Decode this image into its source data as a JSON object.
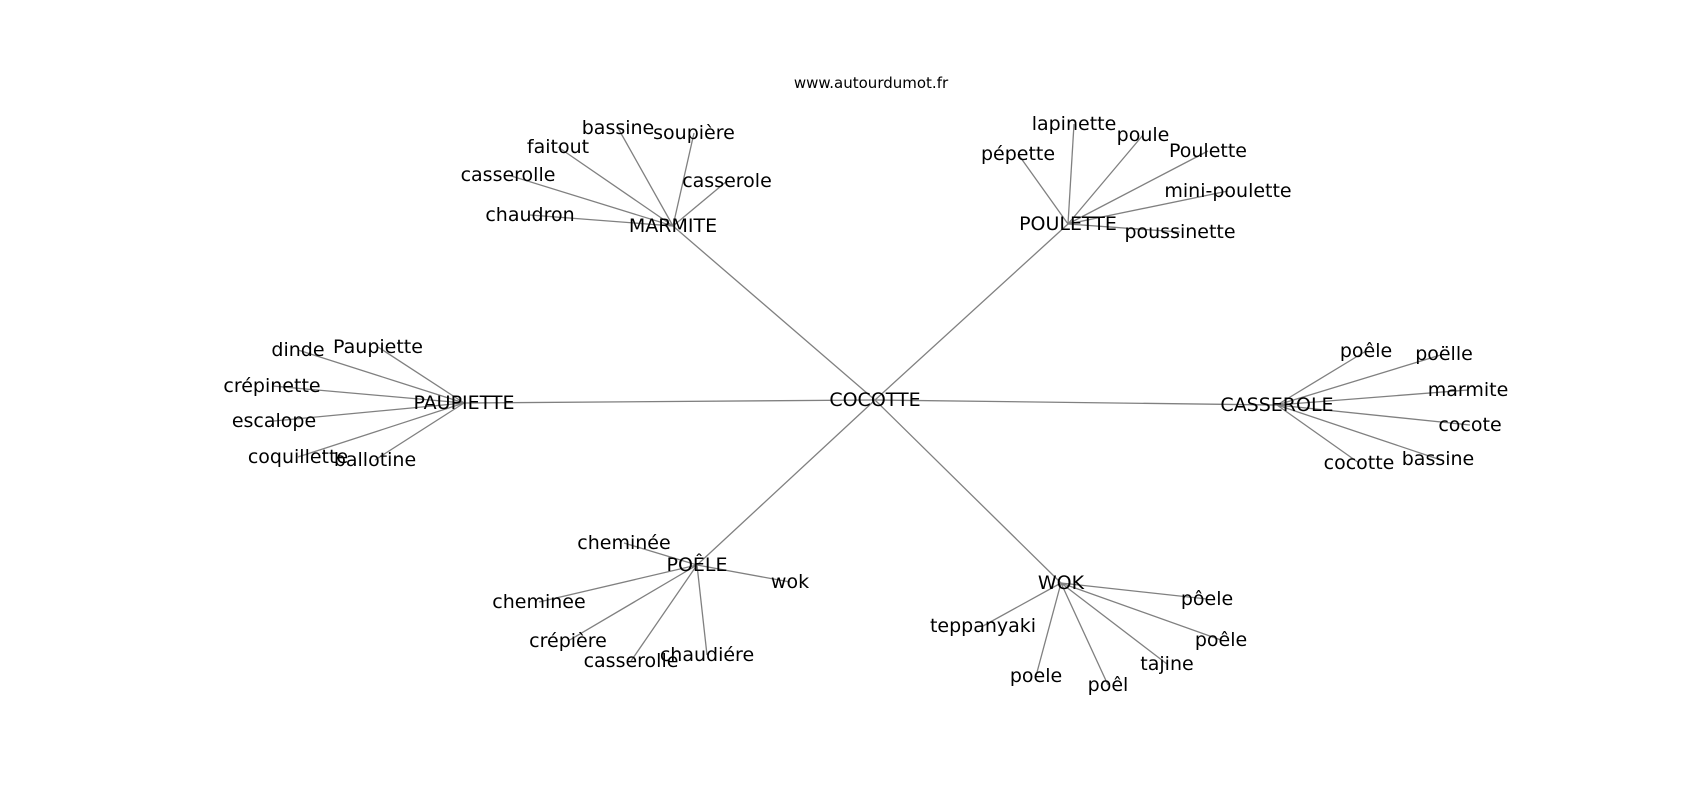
{
  "header": {
    "site": "www.autourdumot.fr"
  },
  "graph": {
    "center": {
      "id": "center",
      "label": "COCOTTE"
    },
    "groups": [
      {
        "id": "marmite",
        "label": "MARMITE",
        "leaves": [
          "bassine",
          "soupière",
          "faitout",
          "casserolle",
          "casserole",
          "chaudron"
        ]
      },
      {
        "id": "poulette",
        "label": "POULETTE",
        "leaves": [
          "lapinette",
          "poule",
          "pépette",
          "Poulette",
          "mini-poulette",
          "poussinette"
        ]
      },
      {
        "id": "paupiette",
        "label": "PAUPIETTE",
        "leaves": [
          "dinde",
          "Paupiette",
          "crépinette",
          "escalope",
          "coquillette",
          "ballotine"
        ]
      },
      {
        "id": "casserole",
        "label": "CASSEROLE",
        "leaves": [
          "poêle",
          "poëlle",
          "marmite",
          "cocote",
          "bassine",
          "cocotte"
        ]
      },
      {
        "id": "poele",
        "label": "POÊLE",
        "leaves": [
          "cheminée",
          "wok",
          "cheminee",
          "crépière",
          "casserolle",
          "chaudiére"
        ]
      },
      {
        "id": "wok",
        "label": "WOK",
        "leaves": [
          "pôele",
          "teppanyaki",
          "poêle",
          "tajine",
          "poele",
          "poêl"
        ]
      }
    ]
  },
  "style": {
    "edge_color": "#808080",
    "text_color": "#000000",
    "background": "#ffffff"
  }
}
